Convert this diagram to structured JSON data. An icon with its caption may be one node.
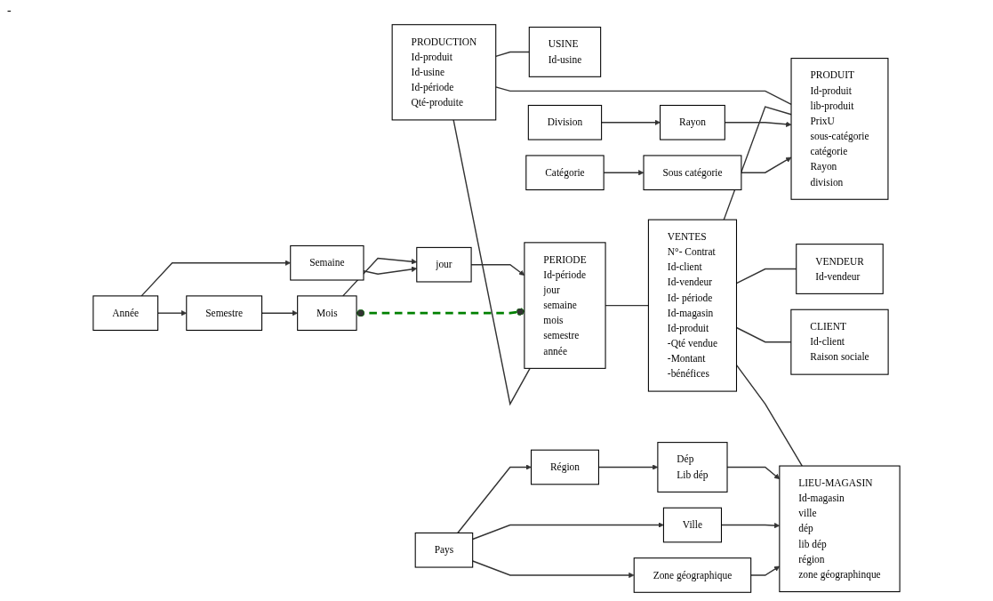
{
  "diagram": {
    "nodes": [
      {
        "text": [
          "Année"
        ]
      },
      {
        "text": [
          "Semestre"
        ]
      },
      {
        "text": [
          "Semaine"
        ]
      },
      {
        "text": [
          "Mois"
        ]
      },
      {
        "text": [
          "jour"
        ]
      },
      {
        "text": [
          "PRODUCTION",
          "Id-produit",
          "Id-usine",
          "Id-période",
          "Qté-produite"
        ]
      },
      {
        "text": [
          "USINE",
          "Id-usine"
        ]
      },
      {
        "text": [
          "PERIODE",
          "Id-période",
          "jour",
          "semaine",
          "mois",
          "semestre",
          "année"
        ]
      },
      {
        "text": [
          "VENTES",
          "N°- Contrat",
          "Id-client",
          "Id-vendeur",
          "Id- période",
          "Id-magasin",
          "Id-produit",
          "-Qté vendue",
          "-Montant",
          "-bénéfices"
        ]
      },
      {
        "text": [
          "PRODUIT",
          "Id-produit",
          "lib-produit",
          "PrixU",
          "sous-catégorie",
          "catégorie",
          "Rayon",
          "division"
        ]
      },
      {
        "text": [
          "Rayon"
        ]
      },
      {
        "text": [
          "Division"
        ]
      },
      {
        "text": [
          "Sous catégorie"
        ]
      },
      {
        "text": [
          "Catégorie"
        ]
      },
      {
        "text": [
          "VENDEUR",
          "Id-vendeur"
        ]
      },
      {
        "text": [
          "CLIENT",
          "Id-client",
          "Raison sociale"
        ]
      },
      {
        "text": [
          "LIEU-MAGASIN",
          "Id-magasin",
          "ville",
          "dép",
          "lib dép",
          "région",
          "zone géographinque"
        ]
      },
      {
        "text": [
          "Dép",
          "Lib dép"
        ]
      },
      {
        "text": [
          "Région"
        ]
      },
      {
        "text": [
          "Ville"
        ]
      },
      {
        "text": [
          "Pays"
        ]
      },
      {
        "text": [
          "Zone géographique"
        ]
      }
    ],
    "edges": [
      {
        "from": 0,
        "to": 1,
        "arrow": "to"
      },
      {
        "from": 0,
        "to": 2,
        "arrow": "to"
      },
      {
        "from": 1,
        "to": 3,
        "arrow": "to"
      },
      {
        "from": 3,
        "to": 4,
        "arrow": "to"
      },
      {
        "from": 2,
        "to": 4,
        "arrow": "to"
      },
      {
        "from": 4,
        "to": 7,
        "arrow": "to"
      },
      {
        "from": 3,
        "to": 7,
        "arrow": "other",
        "style": "dashed",
        "color": "#008000"
      },
      {
        "from": 5,
        "to": 7,
        "arrow": "none"
      },
      {
        "from": 5,
        "to": 6,
        "arrow": "none"
      },
      {
        "from": 5,
        "to": 9,
        "arrow": "none"
      },
      {
        "from": 7,
        "to": 8,
        "arrow": "none"
      },
      {
        "from": 8,
        "to": 9,
        "arrow": "none"
      },
      {
        "from": 8,
        "to": 14,
        "arrow": "none"
      },
      {
        "from": 8,
        "to": 15,
        "arrow": "none"
      },
      {
        "from": 8,
        "to": 16,
        "arrow": "none"
      },
      {
        "from": 10,
        "to": 9,
        "arrow": "to"
      },
      {
        "from": 11,
        "to": 10,
        "arrow": "to"
      },
      {
        "from": 12,
        "to": 9,
        "arrow": "to"
      },
      {
        "from": 13,
        "to": 12,
        "arrow": "to"
      },
      {
        "from": 17,
        "to": 16,
        "arrow": "to"
      },
      {
        "from": 18,
        "to": 17,
        "arrow": "to"
      },
      {
        "from": 19,
        "to": 16,
        "arrow": "to"
      },
      {
        "from": 21,
        "to": 16,
        "arrow": "to"
      },
      {
        "from": 20,
        "to": 18,
        "arrow": "to"
      },
      {
        "from": 20,
        "to": 19,
        "arrow": "to"
      },
      {
        "from": 20,
        "to": 21,
        "arrow": "to"
      }
    ],
    "labels": [
      "-"
    ]
  }
}
